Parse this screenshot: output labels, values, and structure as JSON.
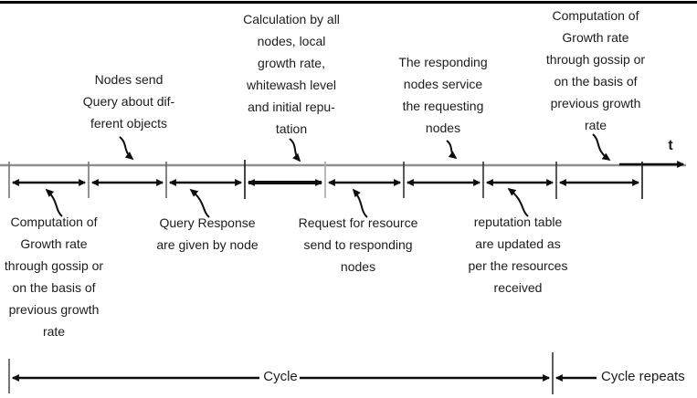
{
  "diagram": {
    "axis": {
      "t_label": "t"
    },
    "top_labels": [
      {
        "text": "Nodes send\nQuery about dif-\nferent objects"
      },
      {
        "text": "Calculation by all\nnodes, local\ngrowth rate,\nwhitewash level\nand initial repu-\ntation"
      },
      {
        "text": "The responding\nnodes service\nthe requesting\nnodes"
      },
      {
        "text": "Computation of\nGrowth rate\nthrough gossip or\non the basis of\nprevious growth\nrate"
      }
    ],
    "bottom_labels": [
      {
        "text": "Computation of\nGrowth rate\nthrough gossip or\non the basis of\nprevious growth\nrate"
      },
      {
        "text": "Query Response\nare given by node"
      },
      {
        "text": "Request for resource\nsend to responding\nnodes"
      },
      {
        "text": "reputation table\nare updated as\nper the resources\nreceived"
      }
    ],
    "cycle": {
      "label": "Cycle",
      "repeats_label": "Cycle repeats"
    },
    "colors": {
      "ink": "#0d0d0d",
      "timeline_gray": "#8f8f8f",
      "background": "#ffffff"
    }
  }
}
